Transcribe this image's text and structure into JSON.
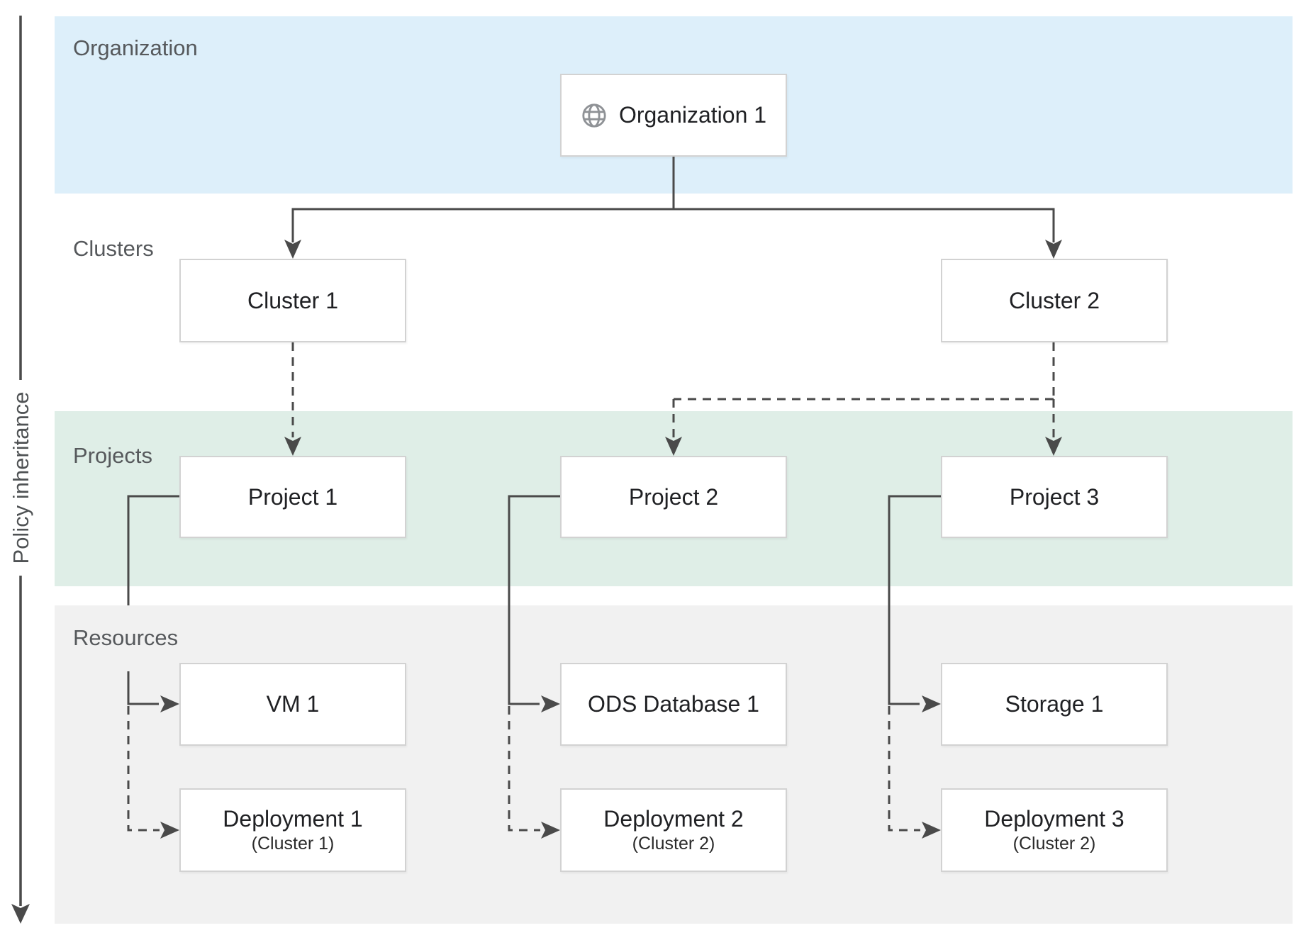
{
  "diagram": {
    "policy_axis": {
      "label": "Policy inheritance",
      "direction": "top-to-bottom"
    },
    "bands": [
      {
        "id": "organization",
        "label": "Organization",
        "color": "#ddeffa"
      },
      {
        "id": "clusters",
        "label": "Clusters",
        "color": "#ffffff"
      },
      {
        "id": "projects",
        "label": "Projects",
        "color": "#dfeee7"
      },
      {
        "id": "resources",
        "label": "Resources",
        "color": "#f1f1f1"
      }
    ],
    "nodes": {
      "organization_1": {
        "label": "Organization 1",
        "icon": "globe-icon",
        "band": "organization"
      },
      "cluster_1": {
        "label": "Cluster 1",
        "band": "clusters"
      },
      "cluster_2": {
        "label": "Cluster 2",
        "band": "clusters"
      },
      "project_1": {
        "label": "Project 1",
        "band": "projects"
      },
      "project_2": {
        "label": "Project 2",
        "band": "projects"
      },
      "project_3": {
        "label": "Project 3",
        "band": "projects"
      },
      "vm_1": {
        "label": "VM 1",
        "band": "resources"
      },
      "ods_database_1": {
        "label": "ODS Database 1",
        "band": "resources"
      },
      "storage_1": {
        "label": "Storage 1",
        "band": "resources"
      },
      "deployment_1": {
        "label": "Deployment 1",
        "sublabel": "(Cluster 1)",
        "band": "resources"
      },
      "deployment_2": {
        "label": "Deployment 2",
        "sublabel": "(Cluster 2)",
        "band": "resources"
      },
      "deployment_3": {
        "label": "Deployment 3",
        "sublabel": "(Cluster 2)",
        "band": "resources"
      }
    },
    "edges": [
      {
        "from": "organization_1",
        "to": "cluster_1",
        "style": "solid"
      },
      {
        "from": "organization_1",
        "to": "cluster_2",
        "style": "solid"
      },
      {
        "from": "cluster_1",
        "to": "project_1",
        "style": "dashed"
      },
      {
        "from": "cluster_2",
        "to": "project_2",
        "style": "dashed"
      },
      {
        "from": "cluster_2",
        "to": "project_3",
        "style": "dashed"
      },
      {
        "from": "project_1",
        "to": "vm_1",
        "style": "solid"
      },
      {
        "from": "project_1",
        "to": "deployment_1",
        "style": "dashed"
      },
      {
        "from": "project_2",
        "to": "ods_database_1",
        "style": "solid"
      },
      {
        "from": "project_2",
        "to": "deployment_2",
        "style": "dashed"
      },
      {
        "from": "project_3",
        "to": "storage_1",
        "style": "solid"
      },
      {
        "from": "project_3",
        "to": "deployment_3",
        "style": "dashed"
      }
    ],
    "colors": {
      "organization_band": "#ddeffa",
      "projects_band": "#dfeee7",
      "resources_band": "#f1f1f1",
      "connector_line": "#4a4a4a",
      "node_border": "#d2d2d2",
      "node_text": "#202124",
      "band_label_text": "#56595c",
      "globe_icon": "#8f9296"
    }
  }
}
